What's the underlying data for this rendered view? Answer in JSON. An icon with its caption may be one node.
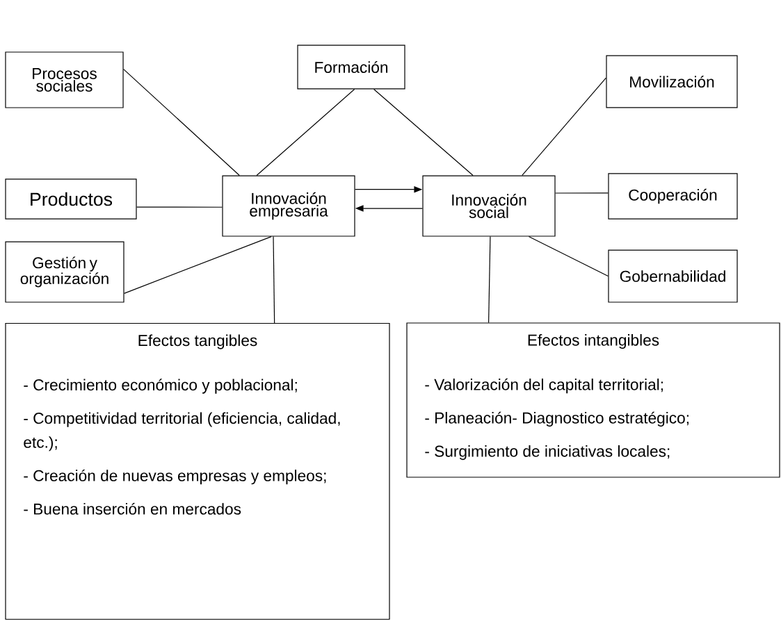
{
  "diagram": {
    "nodes": [
      {
        "text": [
          "Formación"
        ]
      },
      {
        "text": [
          "Procesos sociales"
        ]
      },
      {
        "text": [
          "Movilización"
        ]
      },
      {
        "text": [
          "Productos"
        ]
      },
      {
        "text": [
          "Innovación empresaria"
        ]
      },
      {
        "text": [
          "Innovación social"
        ]
      },
      {
        "text": [
          "Cooperación"
        ]
      },
      {
        "text": [
          "Gestión y organización"
        ]
      },
      {
        "text": [
          "Gobernabilidad"
        ]
      },
      {
        "text": [
          "Efectos tangibles",
          "- Crecimiento económico y poblacional;",
          "- Competitividad territorial (eficiencia, calidad, etc.);",
          "- Creación de nuevas empresas y empleos;",
          "- Buena inserción en mercados"
        ]
      },
      {
        "text": [
          "Efectos intangibles",
          "- Valorización del capital territorial;",
          "- Planeación- Diagnostico estratégico;",
          "- Surgimiento de iniciativas locales;"
        ]
      }
    ],
    "edges": [
      {
        "from": 1,
        "to": 4,
        "arrow": "none"
      },
      {
        "from": 0,
        "to": 4,
        "arrow": "none"
      },
      {
        "from": 0,
        "to": 5,
        "arrow": "none"
      },
      {
        "from": 2,
        "to": 5,
        "arrow": "none"
      },
      {
        "from": 3,
        "to": 4,
        "arrow": "none"
      },
      {
        "from": 5,
        "to": 6,
        "arrow": "none"
      },
      {
        "from": 7,
        "to": 4,
        "arrow": "none"
      },
      {
        "from": 5,
        "to": 8,
        "arrow": "none"
      },
      {
        "from": 4,
        "to": 9,
        "arrow": "none"
      },
      {
        "from": 5,
        "to": 10,
        "arrow": "none"
      },
      {
        "from": 4,
        "to": 5,
        "arrow": "to"
      },
      {
        "from": 5,
        "to": 4,
        "arrow": "to"
      }
    ]
  }
}
